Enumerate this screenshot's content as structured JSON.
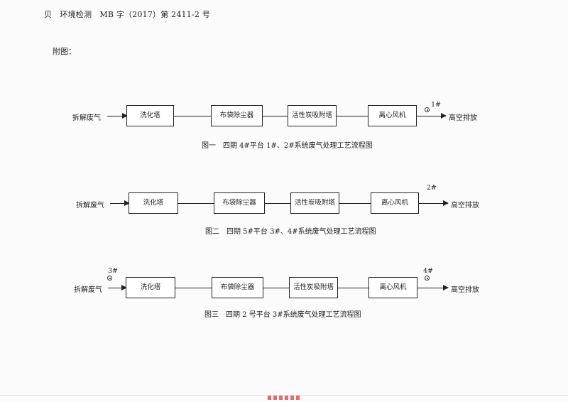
{
  "header": {
    "text": "贝　环境检测　MB 字（2017）第 2411-2 号"
  },
  "appendix_label": "附图：",
  "common_nodes": {
    "input": "拆解废气",
    "step1": "洗化塔",
    "step2": "布袋除尘器",
    "step3": "活性炭吸附塔",
    "step4": "离心风机",
    "output": "高空排放"
  },
  "diagrams": [
    {
      "before_point": "",
      "after_point": "1#",
      "caption": "图一　四期 4#平台 1#、2#系统废气处理工艺流程图"
    },
    {
      "before_point": "",
      "after_point": "2#",
      "caption": "图二　四期 5#平台 3#、4#系统废气处理工艺流程图"
    },
    {
      "before_point": "3#",
      "after_point": "4#",
      "caption": "图三　四期 2 号平台 3#系统废气处理工艺流程图"
    }
  ],
  "colors": {
    "ink": "#222222",
    "stamp": "#e54545",
    "background": "#fbfbfb"
  },
  "icons": {
    "sampling_point": "monitoring-point-icon"
  }
}
